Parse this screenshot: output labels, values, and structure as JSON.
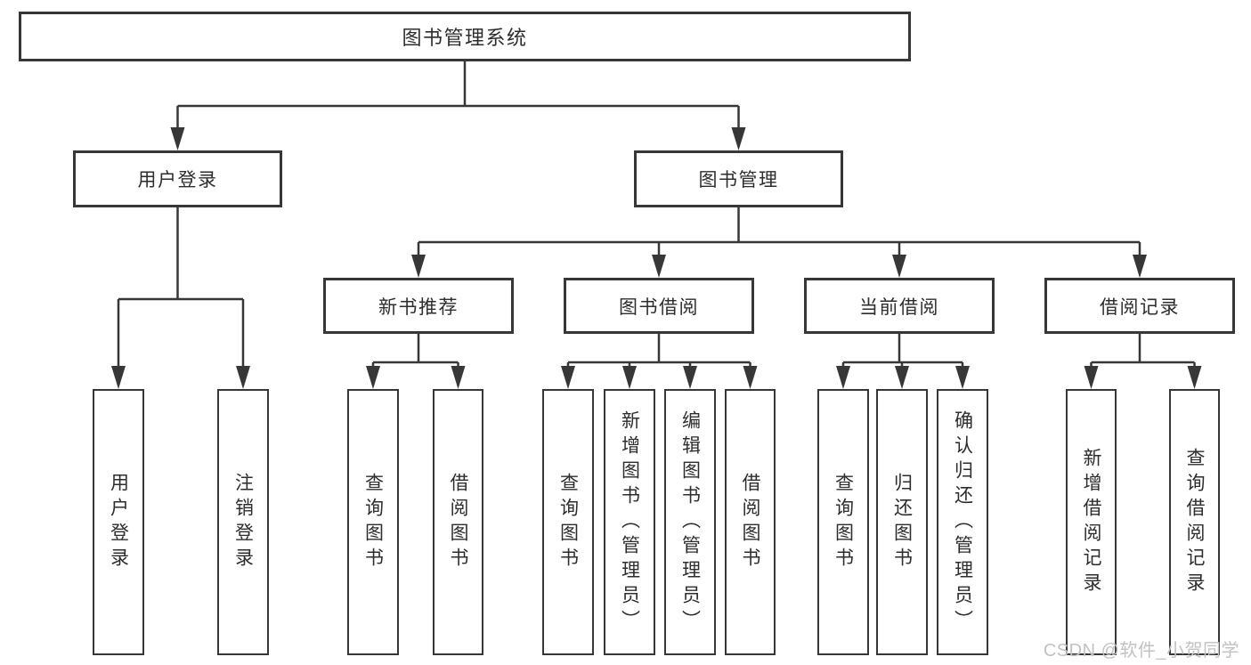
{
  "colors": {
    "line": "#373737",
    "box_border": "#373737",
    "text": "#2d2d2d",
    "background": "#ffffff",
    "watermark": "#c2c2c2"
  },
  "tree": {
    "root": {
      "label": "图书管理系统"
    },
    "branches": [
      {
        "label": "用户登录",
        "children": [
          {
            "label": "用户登录"
          },
          {
            "label": "注销登录"
          }
        ]
      },
      {
        "label": "图书管理",
        "children": [
          {
            "label": "新书推荐",
            "children": [
              {
                "label": "查询图书"
              },
              {
                "label": "借阅图书"
              }
            ]
          },
          {
            "label": "图书借阅",
            "children": [
              {
                "label": "查询图书"
              },
              {
                "label": "新增图书（管理员）"
              },
              {
                "label": "编辑图书（管理员）"
              },
              {
                "label": "借阅图书"
              }
            ]
          },
          {
            "label": "当前借阅",
            "children": [
              {
                "label": "查询图书"
              },
              {
                "label": "归还图书"
              },
              {
                "label": "确认归还（管理员）"
              }
            ]
          },
          {
            "label": "借阅记录",
            "children": [
              {
                "label": "新增借阅记录"
              },
              {
                "label": "查询借阅记录"
              }
            ]
          }
        ]
      }
    ]
  },
  "watermark": {
    "text": "CSDN @软件_小贺同学"
  }
}
